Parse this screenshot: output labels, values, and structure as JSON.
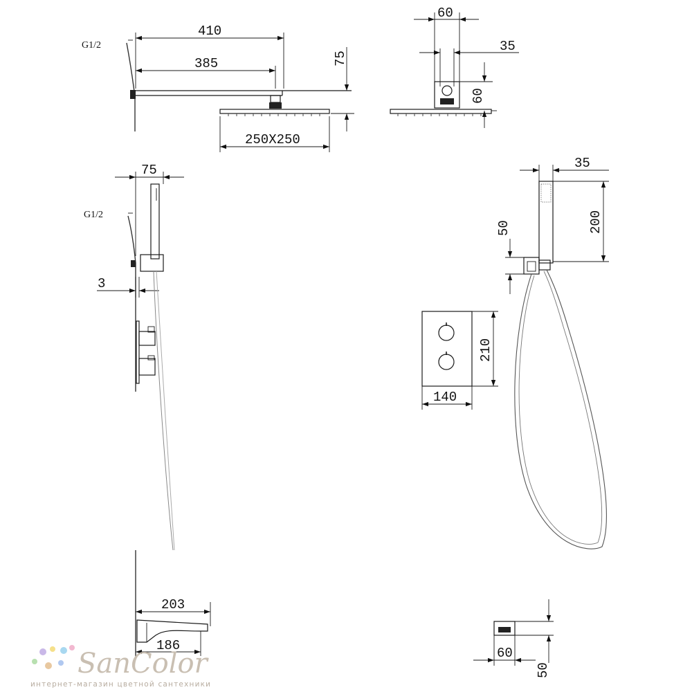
{
  "dimensions": {
    "head_arm_total": "410",
    "head_arm_inner": "385",
    "head_drop": "75",
    "head_size": "250X250",
    "head_connection": "G1/2",
    "head_side_width": "60",
    "head_side_depth": "35",
    "head_side_height": "60",
    "holder_width": "75",
    "holder_connection": "G1/2",
    "panel_offset": "3",
    "hand_depth": "35",
    "hand_length": "200",
    "bracket_height": "50",
    "panel_height": "210",
    "panel_width": "140",
    "spout_length": "203",
    "spout_reach": "186",
    "spout_width": "60",
    "spout_height": "50"
  },
  "brand": {
    "name": "SanColor",
    "tagline": "интернет-магазин цветной сантехники",
    "dot_colors": [
      "#c9b8e8",
      "#f5e08a",
      "#a8d8f0",
      "#f2b8d0",
      "#b8e0b0",
      "#e8c8a0",
      "#b0c8f0"
    ]
  }
}
